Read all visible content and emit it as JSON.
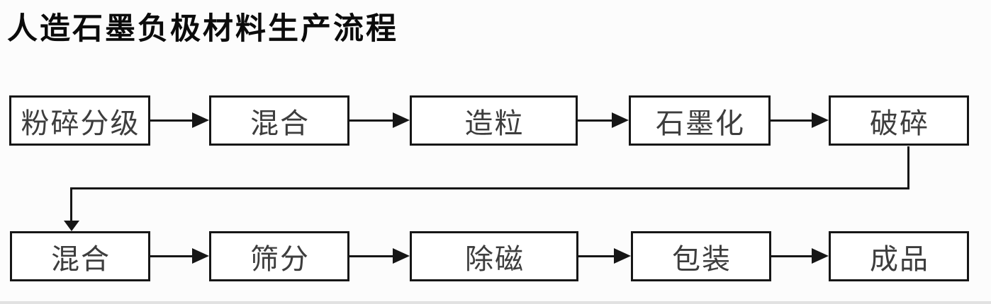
{
  "title": "人造石墨负极材料生产流程",
  "colors": {
    "background": "#fcfcfc",
    "box_fill": "#ffffff",
    "box_border": "#161616",
    "box_text": "#3d3d3d",
    "title_text": "#0b0b0b",
    "arrow": "#161616"
  },
  "flow": {
    "top_row": [
      {
        "label": "粉碎分级"
      },
      {
        "label": "混合"
      },
      {
        "label": "造粒"
      },
      {
        "label": "石墨化"
      },
      {
        "label": "破碎"
      }
    ],
    "bottom_row": [
      {
        "label": "混合"
      },
      {
        "label": "筛分"
      },
      {
        "label": "除磁"
      },
      {
        "label": "包装"
      },
      {
        "label": "成品"
      }
    ],
    "sequence": "粉碎分级 → 混合 → 造粒 → 石墨化 → 破碎 → 混合 → 筛分 → 除磁 → 包装 → 成品"
  }
}
